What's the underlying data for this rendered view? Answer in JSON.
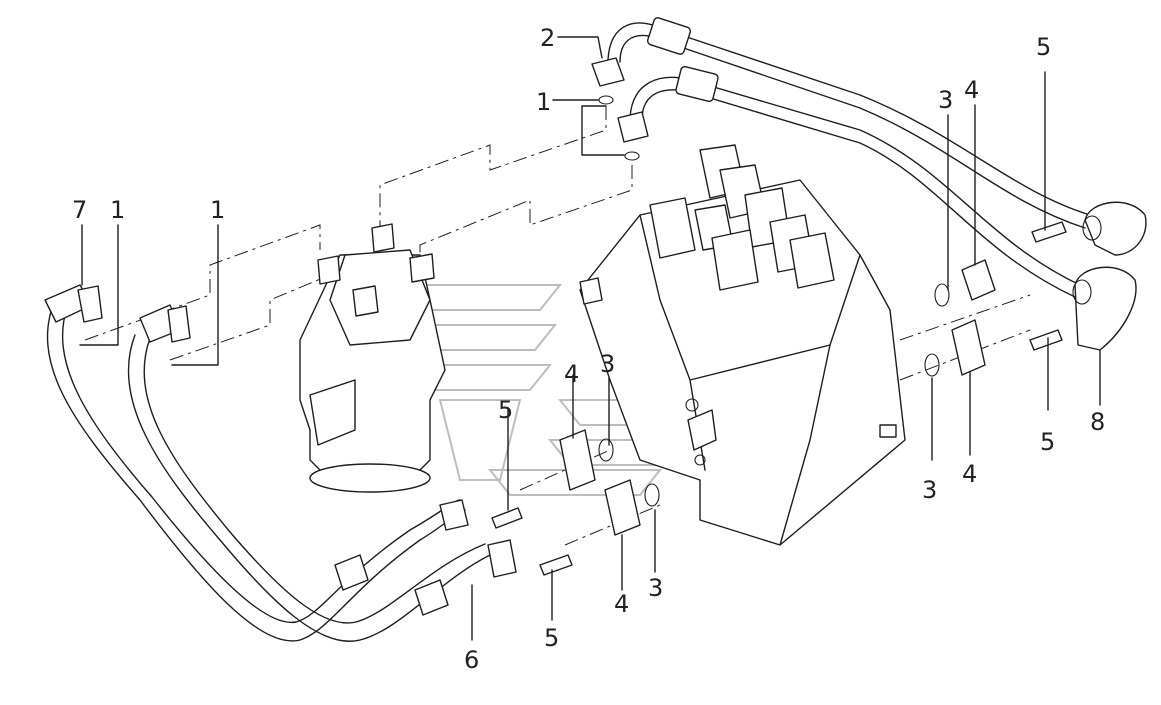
{
  "diagram": {
    "callouts": [
      {
        "id": "c2-top",
        "text": "2"
      },
      {
        "id": "c1-top",
        "text": "1"
      },
      {
        "id": "c7-left",
        "text": "7"
      },
      {
        "id": "c1-left-a",
        "text": "1"
      },
      {
        "id": "c1-left-b",
        "text": "1"
      },
      {
        "id": "c3-right-a",
        "text": "3"
      },
      {
        "id": "c4-right-a",
        "text": "4"
      },
      {
        "id": "c5-right-top",
        "text": "5"
      },
      {
        "id": "c5-right-bot",
        "text": "5"
      },
      {
        "id": "c8-right",
        "text": "8"
      },
      {
        "id": "c3-right-b",
        "text": "3"
      },
      {
        "id": "c4-right-b",
        "text": "4"
      },
      {
        "id": "c3-mid-a",
        "text": "3"
      },
      {
        "id": "c4-mid-a",
        "text": "4"
      },
      {
        "id": "c5-mid-a",
        "text": "5"
      },
      {
        "id": "c3-mid-b",
        "text": "3"
      },
      {
        "id": "c4-mid-b",
        "text": "4"
      },
      {
        "id": "c5-mid-b",
        "text": "5"
      },
      {
        "id": "c6-bottom",
        "text": "6"
      }
    ]
  }
}
